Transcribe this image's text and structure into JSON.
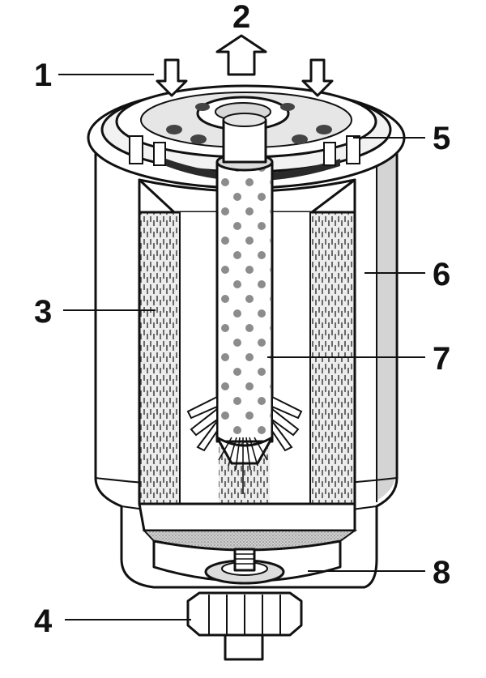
{
  "callouts": [
    {
      "id": "1",
      "text": "1"
    },
    {
      "id": "2",
      "text": "2"
    },
    {
      "id": "3",
      "text": "3"
    },
    {
      "id": "4",
      "text": "4"
    },
    {
      "id": "5",
      "text": "5"
    },
    {
      "id": "6",
      "text": "6"
    },
    {
      "id": "7",
      "text": "7"
    },
    {
      "id": "8",
      "text": "8"
    }
  ],
  "colors": {
    "outline": "#111111",
    "body": "#ffffff",
    "media": "#e2e2e2",
    "shade": "#bdbdbd",
    "dots": "#8c8c8c"
  },
  "icons": [
    "inflow-arrow-icon",
    "outflow-arrow-icon"
  ]
}
